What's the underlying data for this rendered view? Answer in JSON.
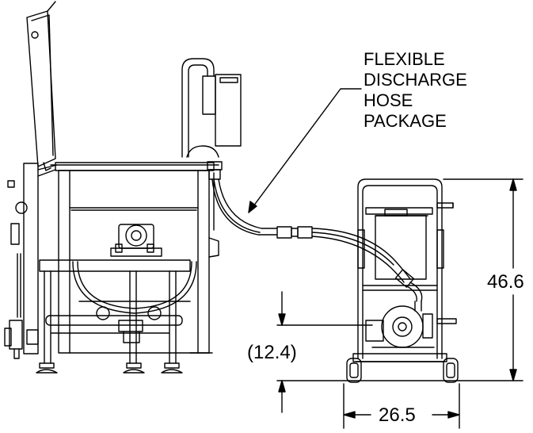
{
  "callout": {
    "lines": [
      "FLEXIBLE",
      "DISCHARGE",
      "HOSE",
      "PACKAGE"
    ]
  },
  "dimensions": {
    "height": "46.6",
    "pump_offset": "(12.4)",
    "width": "26.5"
  },
  "colors": {
    "line": "#000000",
    "background": "#ffffff"
  }
}
